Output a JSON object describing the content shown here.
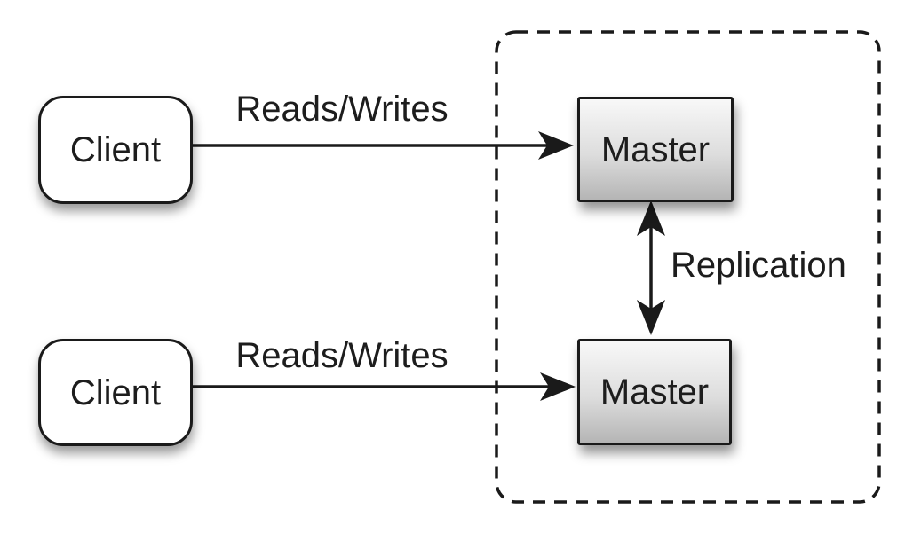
{
  "diagram": {
    "type": "architecture-diagram",
    "background": "#ffffff",
    "nodes": [
      {
        "id": "client-top",
        "label": "Client",
        "shape": "rounded-rectangle",
        "fill": "#ffffff"
      },
      {
        "id": "client-bottom",
        "label": "Client",
        "shape": "rounded-rectangle",
        "fill": "#ffffff"
      },
      {
        "id": "master-top",
        "label": "Master",
        "shape": "rectangle",
        "fill": "gray-gradient"
      },
      {
        "id": "master-bottom",
        "label": "Master",
        "shape": "rectangle",
        "fill": "gray-gradient"
      }
    ],
    "edges": [
      {
        "id": "reads-writes-top",
        "label": "Reads/Writes",
        "from": "client-top",
        "to": "master-top",
        "direction": "one-way"
      },
      {
        "id": "reads-writes-bottom",
        "label": "Reads/Writes",
        "from": "client-bottom",
        "to": "master-bottom",
        "direction": "one-way"
      },
      {
        "id": "replication",
        "label": "Replication",
        "from": "master-top",
        "to": "master-bottom",
        "direction": "two-way"
      }
    ],
    "group": {
      "id": "replication-boundary",
      "style": "dashed-rounded-rectangle",
      "contains": [
        "master-top",
        "master-bottom"
      ]
    },
    "colors": {
      "stroke": "#1a1a1a",
      "text": "#1d1d1d",
      "client_fill": "#ffffff",
      "master_gradient_top": "#f8f8f8",
      "master_gradient_bottom": "#b5b5b5",
      "background": "#ffffff"
    }
  }
}
